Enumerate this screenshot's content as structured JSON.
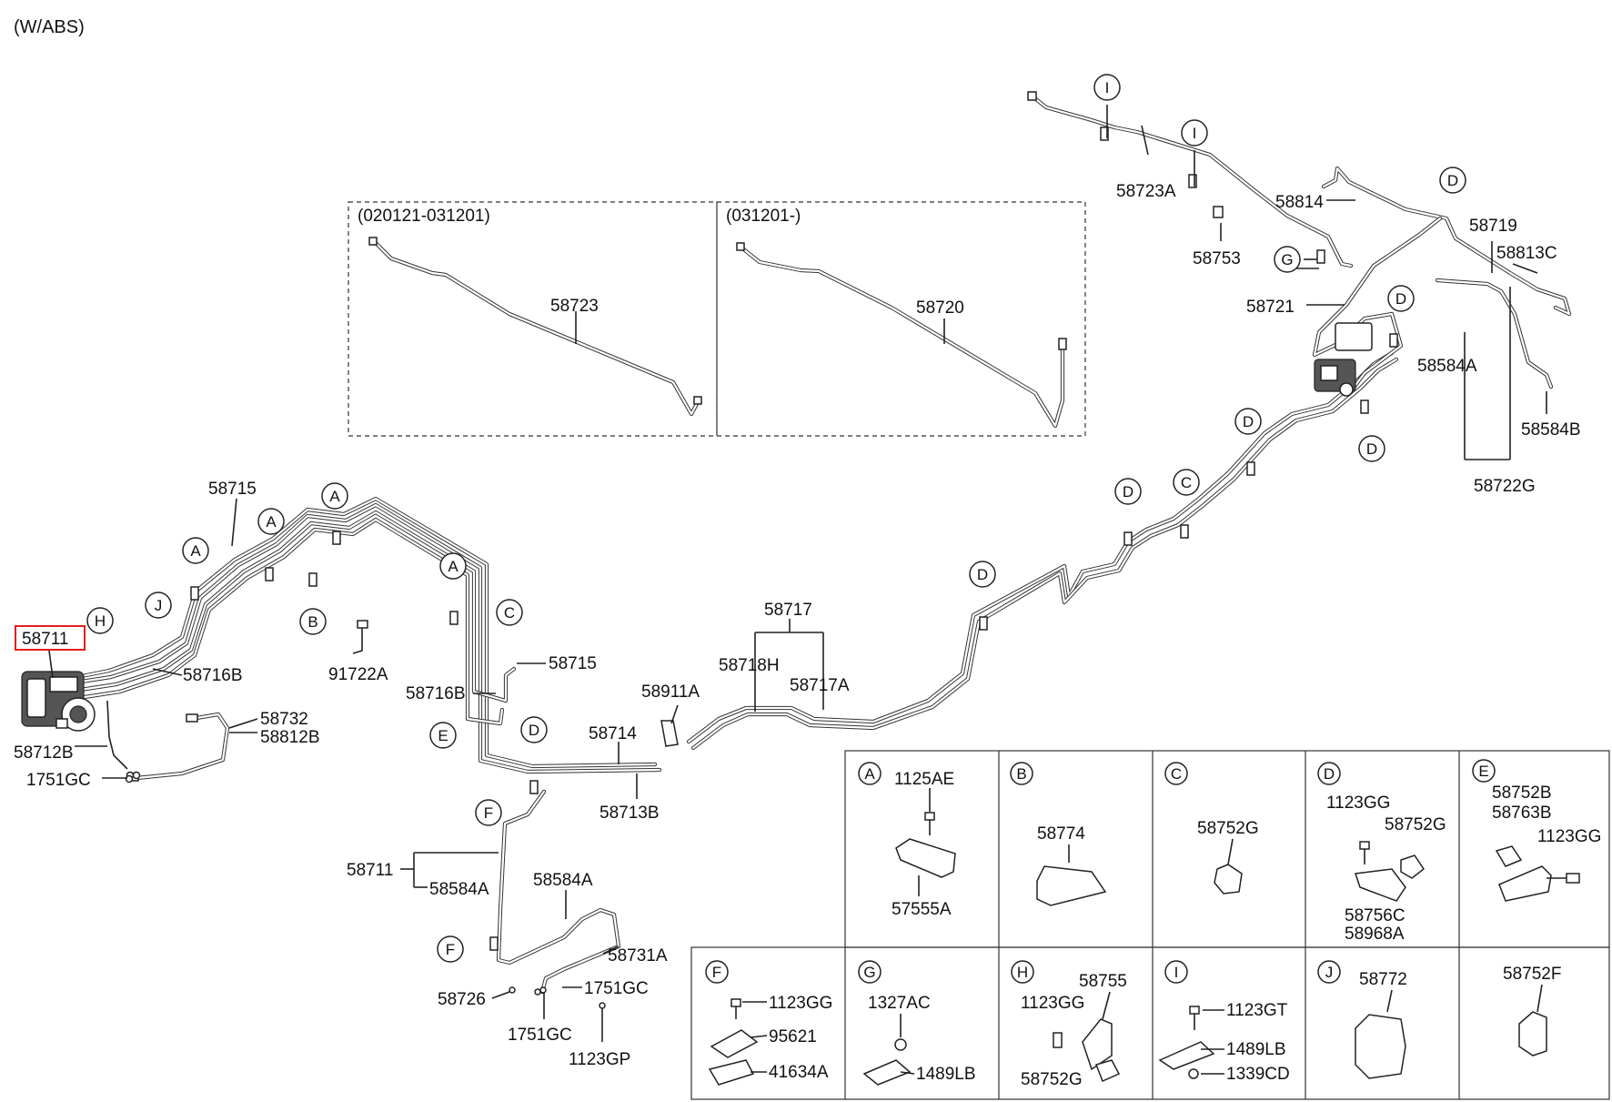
{
  "title": "(W/ABS)",
  "highlighted_part": "58711",
  "variant_boxes": [
    {
      "period": "(020121-031201)",
      "part": "58723"
    },
    {
      "period": "(031201-)",
      "part": "58720"
    }
  ],
  "callouts": {
    "p58715a": "58715",
    "p58711": "58711",
    "p58716b_a": "58716B",
    "p91722a": "91722A",
    "p58716b_b": "58716B",
    "p58715b": "58715",
    "p58732": "58732",
    "p58812b": "58812B",
    "p58712b": "58712B",
    "p1751gc_a": "1751GC",
    "p58714": "58714",
    "p58713b": "58713B",
    "p58911a": "58911A",
    "p58717": "58717",
    "p58718h": "58718H",
    "p58717a": "58717A",
    "p58711b": "58711",
    "p58584a_a": "58584A",
    "p58584a_b": "58584A",
    "p58731a": "58731A",
    "p58726": "58726",
    "p1751gc_b": "1751GC",
    "p1751gc_c": "1751GC",
    "p1123gp": "1123GP",
    "p58723a": "58723A",
    "p58814": "58814",
    "p58753": "58753",
    "p58721": "58721",
    "p58719": "58719",
    "p58813c": "58813C",
    "p58584a_c": "58584A",
    "p58584b": "58584B",
    "p58722g": "58722G"
  },
  "markers": {
    "A": "A",
    "B": "B",
    "C": "C",
    "D": "D",
    "E": "E",
    "F": "F",
    "G": "G",
    "H": "H",
    "I": "I",
    "J": "J"
  },
  "detail_cells": [
    {
      "letter": "A",
      "parts": [
        "1125AE",
        "57555A"
      ]
    },
    {
      "letter": "B",
      "parts": [
        "58774"
      ]
    },
    {
      "letter": "C",
      "parts": [
        "58752G"
      ]
    },
    {
      "letter": "D",
      "parts": [
        "1123GG",
        "58752G",
        "58756C",
        "58968A"
      ]
    },
    {
      "letter": "E",
      "parts": [
        "58752B",
        "58763B",
        "1123GG"
      ]
    },
    {
      "letter": "F",
      "parts": [
        "1123GG",
        "95621",
        "41634A"
      ]
    },
    {
      "letter": "G",
      "parts": [
        "1327AC",
        "1489LB"
      ]
    },
    {
      "letter": "H",
      "parts": [
        "58755",
        "1123GG",
        "58752G"
      ]
    },
    {
      "letter": "I",
      "parts": [
        "1123GT",
        "1489LB",
        "1339CD"
      ]
    },
    {
      "letter": "J",
      "parts": [
        "58772"
      ]
    },
    {
      "letter": "",
      "parts": [
        "58752F"
      ]
    }
  ]
}
